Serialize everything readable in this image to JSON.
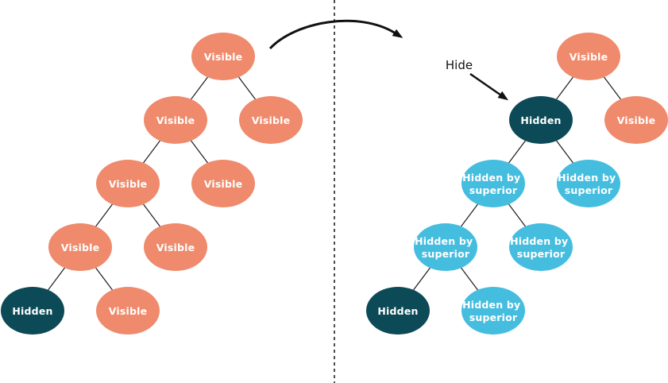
{
  "title": "Tree visibility hide operation diagram",
  "colors": {
    "visible_fill": "#EF8A6C",
    "hidden_fill": "#0D4A57",
    "hidden_by_superior_fill": "#45BDDF",
    "node_text": "#FFFFFF",
    "edge_line": "#1A1A1A",
    "annotation_line": "#111111",
    "annotation_text": "#111111"
  },
  "annotations": {
    "hide_label": "Hide"
  },
  "trees": {
    "before": {
      "nodes": [
        {
          "label": "Visible",
          "state": "visible",
          "lines": [
            "Visible"
          ]
        },
        {
          "label": "Visible",
          "state": "visible",
          "lines": [
            "Visible"
          ]
        },
        {
          "label": "Visible",
          "state": "visible",
          "lines": [
            "Visible"
          ]
        },
        {
          "label": "Visible",
          "state": "visible",
          "lines": [
            "Visible"
          ]
        },
        {
          "label": "Visible",
          "state": "visible",
          "lines": [
            "Visible"
          ]
        },
        {
          "label": "Visible",
          "state": "visible",
          "lines": [
            "Visible"
          ]
        },
        {
          "label": "Visible",
          "state": "visible",
          "lines": [
            "Visible"
          ]
        },
        {
          "label": "Hidden",
          "state": "hidden",
          "lines": [
            "Hidden"
          ]
        },
        {
          "label": "Visible",
          "state": "visible",
          "lines": [
            "Visible"
          ]
        }
      ]
    },
    "after": {
      "nodes": [
        {
          "label": "Visible",
          "state": "visible",
          "lines": [
            "Visible"
          ]
        },
        {
          "label": "Hidden",
          "state": "hidden",
          "lines": [
            "Hidden"
          ]
        },
        {
          "label": "Visible",
          "state": "visible",
          "lines": [
            "Visible"
          ]
        },
        {
          "label": "Hidden by superior",
          "state": "hidden-by-superior",
          "lines": [
            "Hidden by",
            "superior"
          ]
        },
        {
          "label": "Hidden by superior",
          "state": "hidden-by-superior",
          "lines": [
            "Hidden by",
            "superior"
          ]
        },
        {
          "label": "Hidden by superior",
          "state": "hidden-by-superior",
          "lines": [
            "Hidden by",
            "superior"
          ]
        },
        {
          "label": "Hidden by superior",
          "state": "hidden-by-superior",
          "lines": [
            "Hidden by",
            "superior"
          ]
        },
        {
          "label": "Hidden",
          "state": "hidden",
          "lines": [
            "Hidden"
          ]
        },
        {
          "label": "Hidden by superior",
          "state": "hidden-by-superior",
          "lines": [
            "Hidden by",
            "superior"
          ]
        }
      ]
    }
  }
}
